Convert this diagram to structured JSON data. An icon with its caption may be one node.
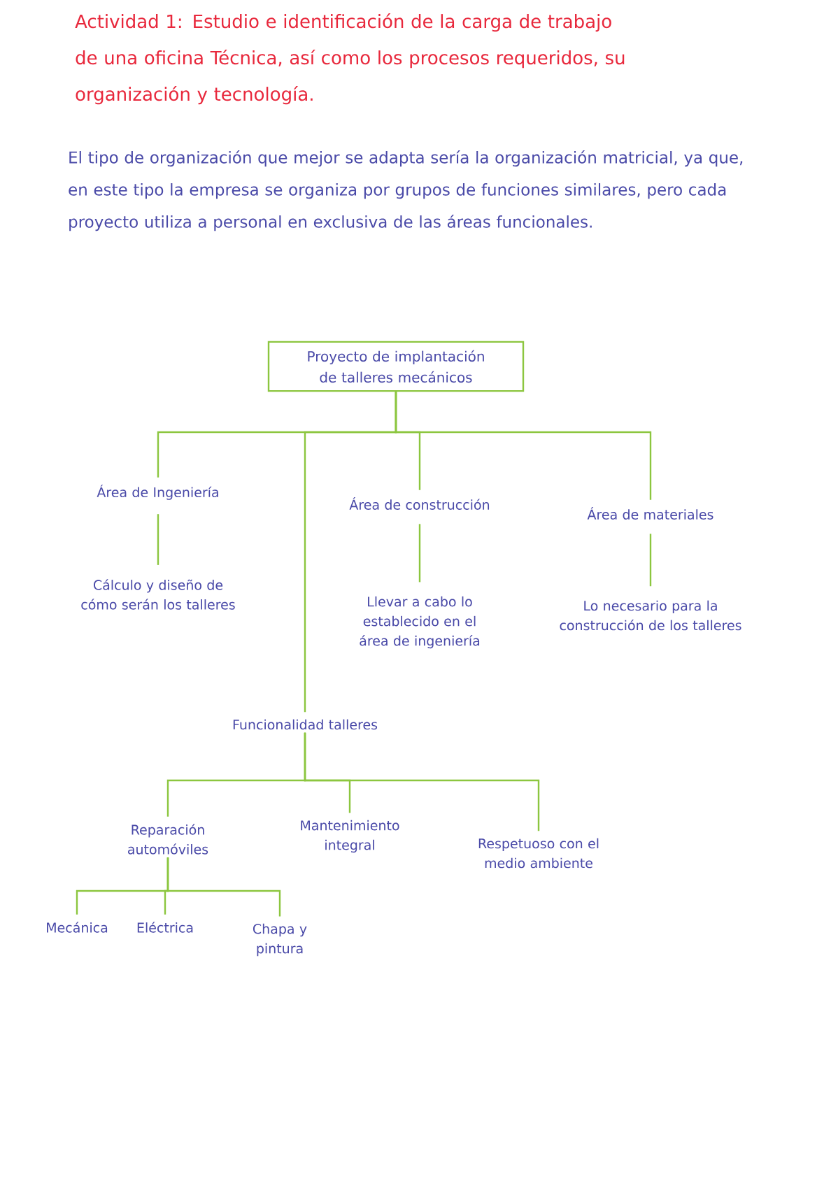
{
  "diagram": {
    "title": "Actividad 1: Estudio e identificación de la carga de trabajo de una oficina Técnica, así como los procesos requeridos, su organización y tecnología.",
    "nodes": [
      {
        "text": [
          "Proyecto de implantación de talleres mecánicos"
        ]
      },
      {
        "text": [
          "Área de Ingeniería"
        ]
      },
      {
        "text": [
          "Área de construcción"
        ]
      },
      {
        "text": [
          "Área de materiales"
        ]
      },
      {
        "text": [
          "Cálculo y diseño de cómo serán los talleres"
        ]
      },
      {
        "text": [
          "Llevar a cabo lo establecido en el área de ingeniería"
        ]
      },
      {
        "text": [
          "Lo necesario para la construcción de los talleres"
        ]
      },
      {
        "text": [
          "Funcionalidad talleres"
        ]
      },
      {
        "text": [
          "Reparación automóviles"
        ]
      },
      {
        "text": [
          "Mantenimiento integral"
        ]
      },
      {
        "text": [
          "Respetuoso con el medio ambiente"
        ]
      },
      {
        "text": [
          "Mecánica"
        ]
      },
      {
        "text": [
          "Eléctrica"
        ]
      },
      {
        "text": [
          "Chapa y pintura"
        ]
      }
    ],
    "edges": [
      {
        "from": 0,
        "to": 1,
        "arrow": "none"
      },
      {
        "from": 0,
        "to": 7,
        "arrow": "none"
      },
      {
        "from": 0,
        "to": 2,
        "arrow": "none"
      },
      {
        "from": 0,
        "to": 3,
        "arrow": "none"
      },
      {
        "from": 1,
        "to": 4,
        "arrow": "none"
      },
      {
        "from": 2,
        "to": 5,
        "arrow": "none"
      },
      {
        "from": 3,
        "to": 6,
        "arrow": "none"
      },
      {
        "from": 7,
        "to": 8,
        "arrow": "none"
      },
      {
        "from": 7,
        "to": 9,
        "arrow": "none"
      },
      {
        "from": 7,
        "to": 10,
        "arrow": "none"
      },
      {
        "from": 8,
        "to": 11,
        "arrow": "none"
      },
      {
        "from": 8,
        "to": 12,
        "arrow": "none"
      },
      {
        "from": 8,
        "to": 13,
        "arrow": "none"
      }
    ],
    "labels": [
      "El tipo de organización que mejor se adapta sería la organización matricial, ya que, en este tipo la empresa se organiza por grupos de funciones similares, pero cada proyecto utiliza a personal en exclusiva de las áreas funcionales."
    ]
  }
}
